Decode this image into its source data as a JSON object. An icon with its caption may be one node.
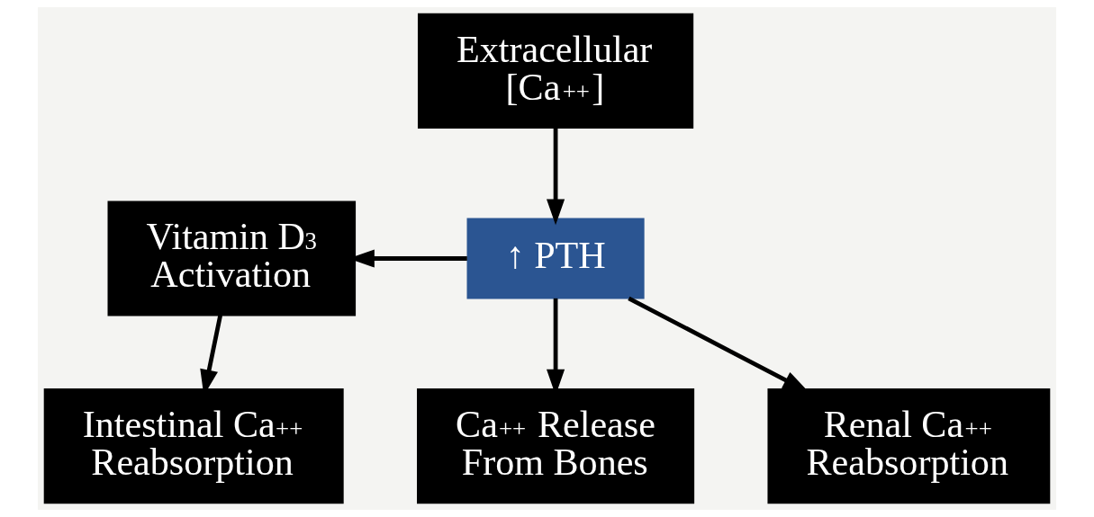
{
  "diagram": {
    "nodes": [
      {
        "text": [
          "Extracellular [Ca$^{++}$]"
        ]
      },
      {
        "text": [
          "↑ PTH"
        ]
      },
      {
        "text": [
          "Vitamin D$_{3}$ Activation"
        ]
      },
      {
        "text": [
          "Intestinal Ca$^{++}$ Reabsorption"
        ]
      },
      {
        "text": [
          "Renal Ca$^{++}$ Reabsorption"
        ]
      },
      {
        "text": [
          "Ca$^{++}$ Release From Bones"
        ]
      }
    ],
    "edges": [
      {
        "from": 0,
        "to": 1,
        "arrow": "to"
      },
      {
        "from": 1,
        "to": 2,
        "arrow": "to"
      },
      {
        "from": 2,
        "to": 3,
        "arrow": "to"
      },
      {
        "from": 1,
        "to": 4,
        "arrow": "to"
      },
      {
        "from": 1,
        "to": 5,
        "arrow": "to"
      }
    ]
  }
}
